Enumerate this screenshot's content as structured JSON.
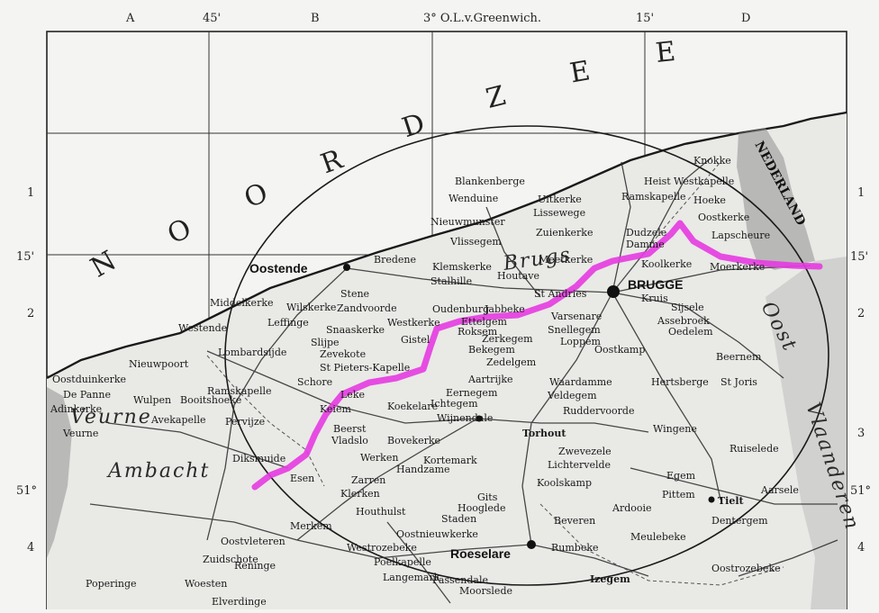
{
  "map": {
    "header": {
      "col_a": "A",
      "min_45": "45'",
      "col_b": "B",
      "meridian": "3° O.L.v.Greenwich.",
      "min_15": "15'",
      "col_d": "D"
    },
    "row_labels": [
      "1",
      "2",
      "3",
      "4"
    ],
    "lat_labels": [
      "15'",
      "51°"
    ],
    "sea_name_letters": [
      "N",
      "O",
      "O",
      "R",
      "D",
      "Z",
      "E",
      "E"
    ],
    "country_labels": {
      "nederland": "NEDERLAND",
      "oost": "Oost",
      "vlaanderen": "Vlaanderen"
    },
    "regions": {
      "brugs": "Brugs",
      "veurne": "Veurne",
      "ambacht": "Ambacht"
    },
    "cities": {
      "oostende": "Oostende",
      "brugge": "BRUGGE",
      "roeselare": "Roeselare",
      "torhout": "Torhout",
      "tielt": "Tielt",
      "izegem": "Izegem",
      "blankenberge": "Blankenberge",
      "wenduine": "Wenduine",
      "heist": "Heist",
      "knokke": "Knokke",
      "westkapelle": "Westkapelle",
      "ramskapelle": "Ramskapelle",
      "hoeke": "Hoeke",
      "oostkerke": "Oostkerke",
      "lapscheure": "Lapscheure",
      "moerkerke": "Moerkerke",
      "dudzele": "Dudzele",
      "damme": "Damme",
      "koolkerke": "Koolkerke",
      "uitkerke": "Uitkerke",
      "lissewege": "Lissewege",
      "zuienkerke": "Zuienkerke",
      "vlissegem": "Vlissegem",
      "nieuwmunster": "Nieuwmunster",
      "bredene": "Bredene",
      "klemskerke": "Klemskerke",
      "stalhille": "Stalhille",
      "meetkerke": "Meetkerke",
      "houtave": "Houtave",
      "sint_andries": "St Andries",
      "kruis": "Kruis",
      "sijsele": "Sijsele",
      "assebroek": "Assebroek",
      "oedelem": "Oedelem",
      "beernem": "Beernem",
      "stene": "Stene",
      "zandvoorde": "Zandvoorde",
      "wilskerke": "Wilskerke",
      "middelkerke": "Middelkerke",
      "leffinge": "Leffinge",
      "westende": "Westende",
      "snaaskerke": "Snaaskerke",
      "slijpe": "Slijpe",
      "westkerke": "Westkerke",
      "gistel": "Gistel",
      "oudenburg": "Oudenburg",
      "jabbeke": "Jabbeke",
      "ettelgem": "Ettelgem",
      "roksem": "Roksem",
      "zerkegem": "Zerkegem",
      "varsenare": "Varsenare",
      "snellegem": "Snellegem",
      "loppem": "Loppem",
      "bekegem": "Bekegem",
      "aartrijke": "Aartrijke",
      "eernegem": "Eernegem",
      "zedelgem": "Zedelgem",
      "oostkamp": "Oostkamp",
      "waardamme": "Waardamme",
      "veldegem": "Veldegem",
      "ruddervoorde": "Ruddervoorde",
      "hertsberge": "Hertsberge",
      "sint_joris": "St Joris",
      "nieuwpoort": "Nieuwpoort",
      "lombardsijde": "Lombardsijde",
      "zevekote": "Zevekote",
      "st_pieters_kapelle": "St Pieters-Kapelle",
      "schore": "Schore",
      "leke": "Leke",
      "keiem": "Keiem",
      "koekelare": "Koekelare",
      "ichtegem": "Ichtegem",
      "wijnendale": "Wijnendale",
      "beerst": "Beerst",
      "vladslo": "Vladslo",
      "bovekerke": "Bovekerke",
      "werken": "Werken",
      "handzame": "Handzame",
      "kortemark": "Kortemark",
      "diksmuide": "Diksmuide",
      "esen": "Esen",
      "zarren": "Zarren",
      "klerken": "Klerken",
      "houthulst": "Houthulst",
      "gits": "Gits",
      "hooglede": "Hooglede",
      "staden": "Staden",
      "wingene": "Wingene",
      "zwevezele": "Zwevezele",
      "lichtervelde": "Lichtervelde",
      "koolskamp": "Koolskamp",
      "egem": "Egem",
      "pittem": "Pittem",
      "ardooie": "Ardooie",
      "ruiselede": "Ruiselede",
      "aarsele": "Aarsele",
      "dentergem": "Dentergem",
      "beveren": "Beveren",
      "rumbeke": "Rumbeke",
      "meulebeke": "Meulebeke",
      "oostrozebeke": "Oostrozebeke",
      "moorslede": "Moorslede",
      "passendale": "Passendale",
      "langemark": "Langemark",
      "poelkapelle": "Poelkapelle",
      "westrozebeke": "Westrozebeke",
      "oostnieuwkerke": "Oostnieuwkerke",
      "merkem": "Merkem",
      "oostduinkerke": "Oostduinkerke",
      "de_panne": "De Panne",
      "adinkerke": "Adinkerke",
      "veurne": "Veurne",
      "wulpen": "Wulpen",
      "booitshoeke": "Booitshoeke",
      "ramskapelle_w": "Ramskapelle",
      "avekapelle": "Avekapelle",
      "pervijze": "Pervijze",
      "oostvleteren": "Oostvleteren",
      "reninge": "Reninge",
      "elverdinge": "Elverdinge",
      "woesten": "Woesten",
      "zuidschote": "Zuidschote",
      "poperinge": "Poperinge"
    },
    "colors": {
      "route": "#e53be0",
      "paper": "#f4f4f2",
      "land_shade": "#9a9a9a",
      "ink": "#1a1a1a"
    }
  }
}
